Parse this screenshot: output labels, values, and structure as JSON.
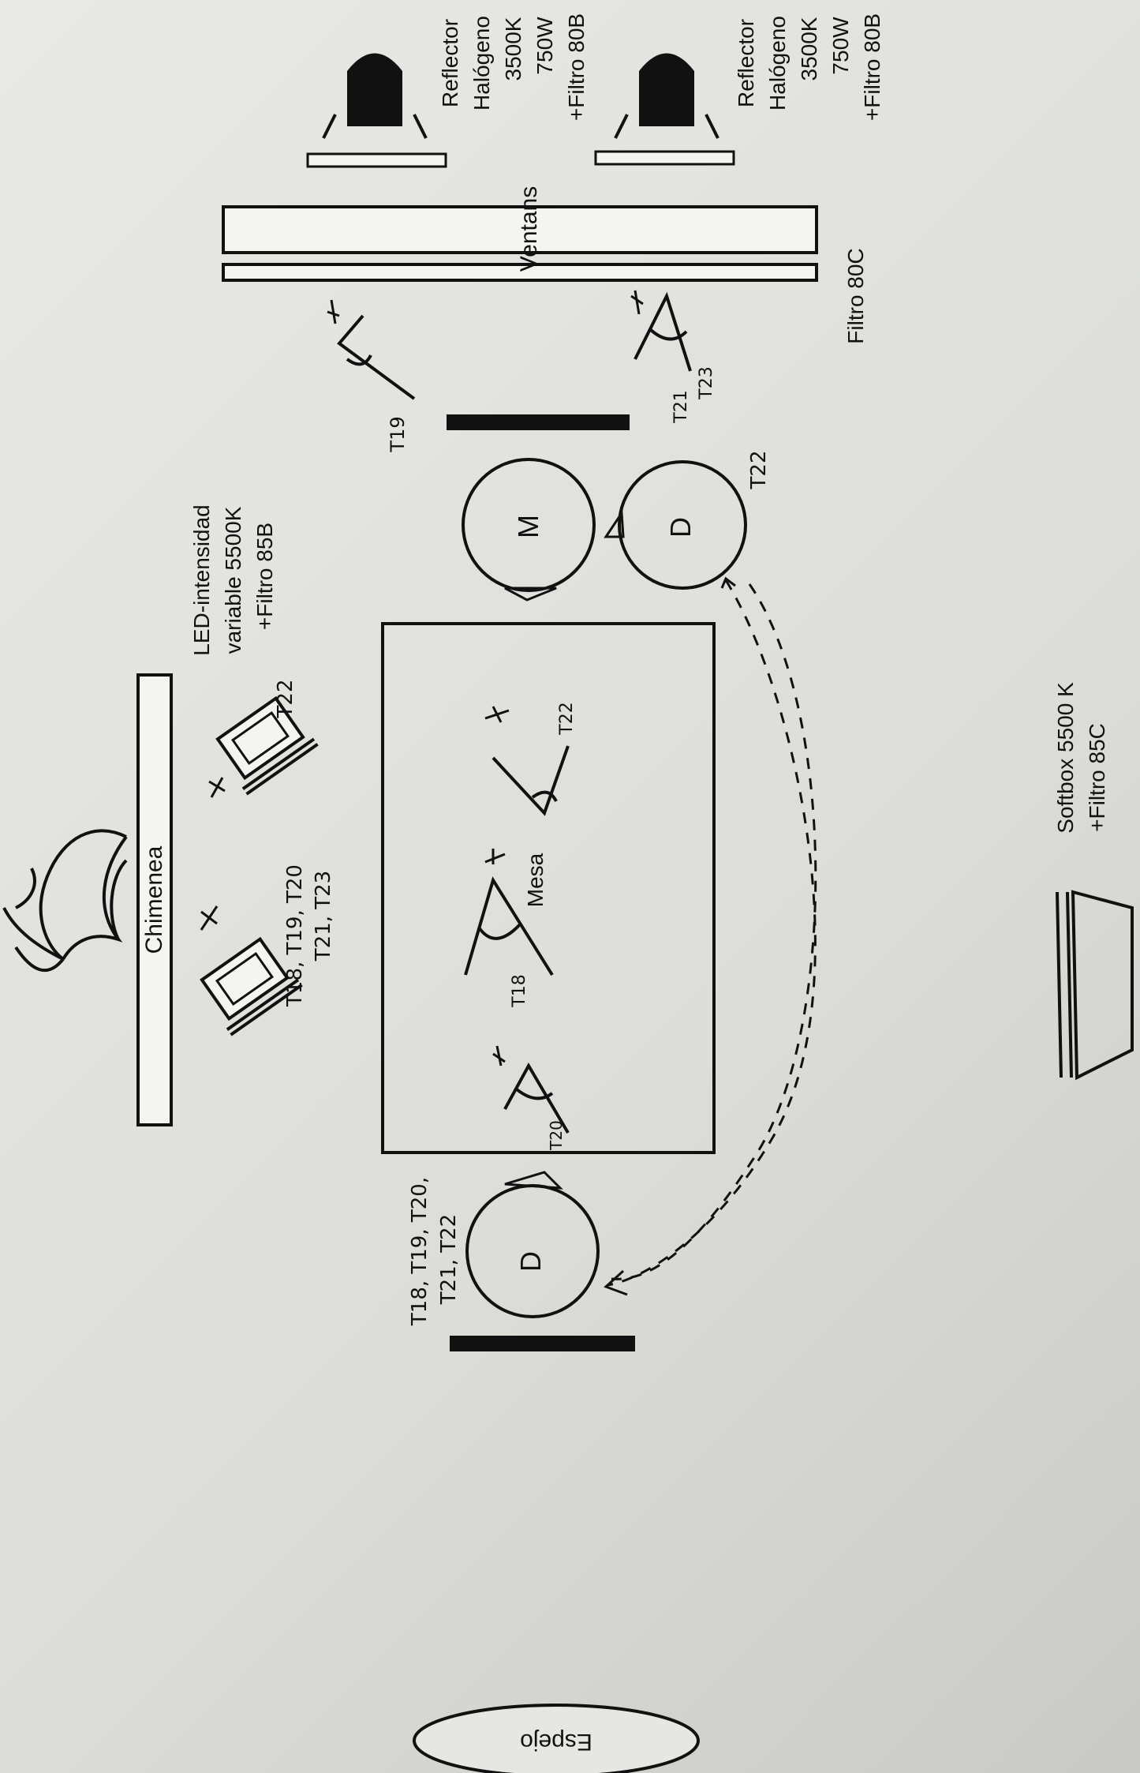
{
  "labels": {
    "chimenea": "Chimenea",
    "ventana": "Ventans",
    "mesa": "Mesa",
    "espejo": "Espejo",
    "filtro_ventana": "Filtro 80C",
    "person_m": "M",
    "person_d1": "D",
    "person_d2": "D"
  },
  "lights": {
    "led_1": [
      "LED-intensidad",
      "variable 5500K",
      "+Filtro 85B"
    ],
    "reflector_1": [
      "Reflector",
      "Halógeno",
      "3500K",
      "750W",
      "+Filtro 80B"
    ],
    "reflector_2": [
      "Reflector",
      "Halógeno",
      "3500K",
      "750W",
      "+Filtro 80B"
    ],
    "softbox": [
      "Softbox 5500 K",
      "+Filtro 85C"
    ]
  },
  "takes": {
    "led_a": [
      "T18, T19, T20",
      "T21, T23"
    ],
    "led_b": "T22",
    "d_left": [
      "T18, T19, T20,",
      "T21, T22"
    ],
    "d_right": "T22",
    "cam_t19": "T19",
    "cam_t21": "T21",
    "cam_t23": "T23",
    "cam_t22": "T22",
    "cam_t18": "T18",
    "cam_t20": "T20"
  }
}
